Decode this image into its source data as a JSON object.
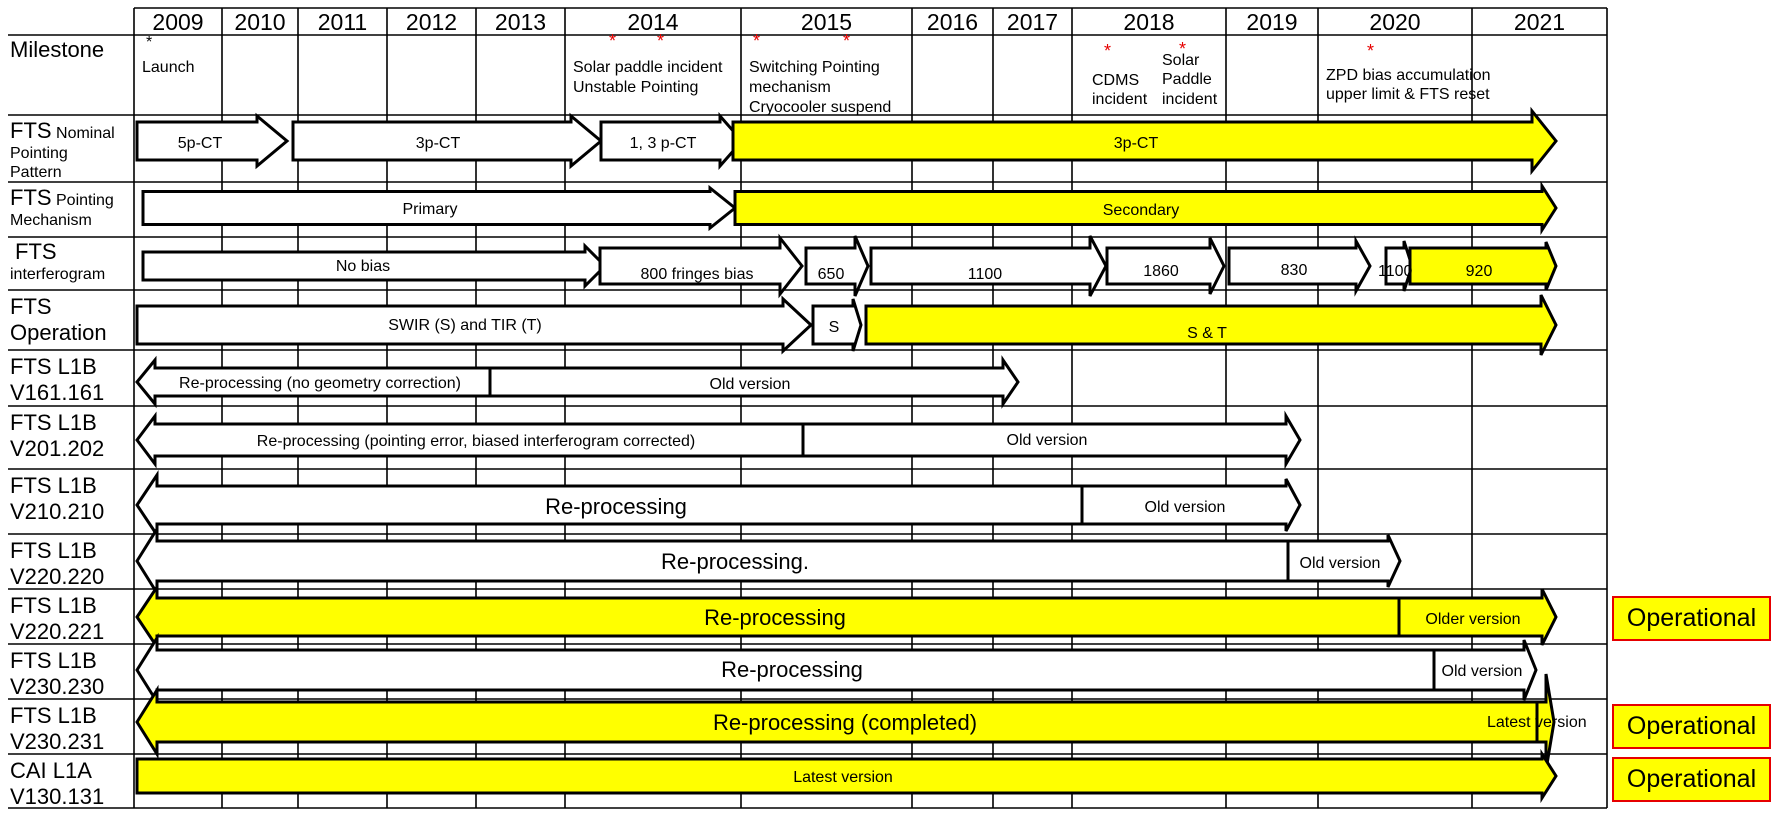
{
  "years": [
    "2009",
    "2010",
    "2011",
    "2012",
    "2013",
    "2014",
    "2015",
    "2016",
    "2017",
    "2018",
    "2019",
    "2020",
    "2021"
  ],
  "rows": [
    {
      "id": "milestone",
      "label_big": "Milestone",
      "label_small": []
    },
    {
      "id": "pointing-pattern",
      "label_big": "FTS",
      "label_inline": "Nominal",
      "label_small": [
        "Pointing",
        "Pattern"
      ]
    },
    {
      "id": "pointing-mechanism",
      "label_big": "FTS",
      "label_inline": "Pointing",
      "label_small": [
        "Mechanism"
      ]
    },
    {
      "id": "interferogram",
      "label_big": "FTS",
      "label_small": [
        "interferogram"
      ]
    },
    {
      "id": "operation",
      "label_big": "FTS",
      "label_big2": "Operation"
    },
    {
      "id": "l1b-161",
      "label_big": "FTS L1B",
      "label_big2": "V161.161"
    },
    {
      "id": "l1b-202",
      "label_big": "FTS L1B",
      "label_big2": "V201.202"
    },
    {
      "id": "l1b-210",
      "label_big": "FTS L1B",
      "label_big2": "V210.210"
    },
    {
      "id": "l1b-220",
      "label_big": "FTS L1B",
      "label_big2": "V220.220"
    },
    {
      "id": "l1b-221",
      "label_big": "FTS L1B",
      "label_big2": "V220.221"
    },
    {
      "id": "l1b-230",
      "label_big": "FTS L1B",
      "label_big2": "V230.230"
    },
    {
      "id": "l1b-231",
      "label_big": "FTS L1B",
      "label_big2": "V230.231"
    },
    {
      "id": "cai-l1a",
      "label_big": "CAI L1A",
      "label_big2": "V130.131"
    }
  ],
  "milestones": [
    {
      "star": "*",
      "star_color": "black",
      "lines": [
        "Launch"
      ]
    },
    {
      "stars": [
        "*",
        "*"
      ],
      "lines": [
        "Solar paddle incident",
        "Unstable Pointing"
      ]
    },
    {
      "stars": [
        "*",
        "*"
      ],
      "lines": [
        "Switching Pointing",
        " mechanism",
        "Cryocooler suspend"
      ]
    },
    {
      "star": "*",
      "lines": [
        "CDMS",
        "incident"
      ]
    },
    {
      "star": "*",
      "lines": [
        "Solar",
        "Paddle",
        "incident"
      ]
    },
    {
      "star": "*",
      "lines": [
        "ZPD bias accumulation",
        "upper limit & FTS reset"
      ]
    }
  ],
  "bars": {
    "pointing_pattern": [
      "5p-CT",
      "3p-CT",
      "1, 3 p-CT",
      "3p-CT"
    ],
    "pointing_mechanism": [
      "Primary",
      "Secondary"
    ],
    "interferogram": [
      "No bias",
      "800 fringes bias",
      "650",
      "1100",
      "1860",
      "830",
      "1100",
      "920"
    ],
    "operation": [
      "SWIR (S) and TIR (T)",
      "S",
      "S & T"
    ],
    "l1b_161": [
      "Re-processing (no geometry correction)",
      "Old version"
    ],
    "l1b_202": [
      "Re-processing (pointing error, biased interferogram corrected)",
      "Old version"
    ],
    "l1b_210": [
      "Re-processing",
      "Old version"
    ],
    "l1b_220": [
      "Re-processing.",
      "Old version"
    ],
    "l1b_221": [
      "Re-processing",
      "Older version"
    ],
    "l1b_230": [
      "Re-processing",
      "Old version"
    ],
    "l1b_231": [
      "Re-processing (completed)",
      "Latest version"
    ],
    "cai_l1a": [
      "Latest version"
    ]
  },
  "operational_label": "Operational",
  "colors": {
    "highlight": "#ffff00",
    "alert": "#e60000",
    "line": "#000000",
    "bar": "#ffffff"
  }
}
